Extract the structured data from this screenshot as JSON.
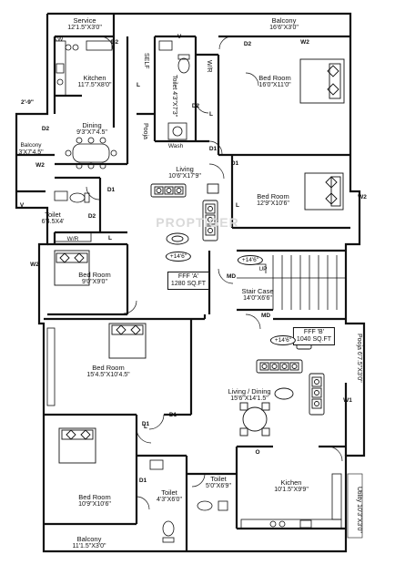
{
  "watermark": "PROPTIGER",
  "rooms": {
    "service": {
      "name": "Service",
      "dim": "12'1.5\"X3'0\""
    },
    "kw": "KW",
    "kitchen_a": {
      "name": "Kitchen",
      "dim": "11'7.5\"X8'0\""
    },
    "self": "SELF",
    "toilet_top": {
      "name": "Toilet",
      "dim": "4'3\"X7'3\""
    },
    "wr_top": "W/R",
    "balcony_top": {
      "name": "Balcony",
      "dim": "16'6\"X3'0\""
    },
    "bedroom_top": {
      "name": "Bed Room",
      "dim": "16'0\"X11'0\""
    },
    "dining_a": {
      "name": "Dining",
      "dim": "9'3\"X7'4.5\""
    },
    "pooja_a": "Pooja",
    "wash": "Wash",
    "balcony_left": {
      "name": "Balcony",
      "dim": "3'X7'4.5\""
    },
    "living_a": {
      "name": "Living",
      "dim": "10'6\"X17'9\""
    },
    "bedroom_mid_right": {
      "name": "Bed Room",
      "dim": "12'9\"X10'6\""
    },
    "toilet_left": {
      "name": "Toilet",
      "dim": "6'4.5X4'"
    },
    "wr_left": "W/R",
    "bedroom_left": {
      "name": "Bed Room",
      "dim": "9'0\"X9'0\""
    },
    "staircase": {
      "name": "Stair Case",
      "dim": "14'0\"X6'6\""
    },
    "bedroom_b1": {
      "name": "Bed Room",
      "dim": "15'4.5\"X10'4.5\""
    },
    "pooja_b": {
      "name": "Pooja",
      "dim": "6'7.5\"X3'0\""
    },
    "living_dining_b": {
      "name": "Living / Dining",
      "dim": "15'6\"X14'1.5\""
    },
    "bedroom_b2": {
      "name": "Bed Room",
      "dim": "10'9\"X10'6\""
    },
    "toilet_b1": {
      "name": "Toilet",
      "dim": "4'3\"X6'0\""
    },
    "toilet_b2": {
      "name": "Toilet",
      "dim": "5'0\"X6'9\""
    },
    "kitchen_b": {
      "name": "Kichen",
      "dim": "10'1.5\"X9'9\""
    },
    "utility": {
      "name": "Utility",
      "dim": "10'3\"X3'0\""
    },
    "balcony_bottom": {
      "name": "Balcony",
      "dim": "11'1.5\"X3'0\""
    }
  },
  "flats": {
    "a": {
      "name": "FFF 'A'",
      "area": "1280 SQ.FT"
    },
    "b": {
      "name": "FFF 'B'",
      "area": "1040 SQ.FT"
    }
  },
  "levels": {
    "a": "+14'6\"",
    "stair": "+14'6\"",
    "b": "+14'6\""
  },
  "stair_up": "UP",
  "doors": {
    "d2_kitchen": "D2",
    "d2_wash": "D2",
    "d2_dining": "D2",
    "d2_toilet": "D2",
    "d2_bed_top": "D2",
    "d1_living": "D1",
    "d1_toilet": "D1",
    "d1_bed": "D1",
    "d1_living_b": "D1",
    "d1_bed_b": "D1",
    "d1_toilet_b": "D1",
    "md_a": "MD",
    "md_b": "MD",
    "w2_balcony_top": "W2",
    "w2_left_balcony": "W2",
    "w2_right": "W2",
    "w2_left": "W2",
    "w1": "W1",
    "v_top": "V",
    "v_left": "V",
    "l_marks": "L",
    "o_mark": "O",
    "dim_note": "2'-9\""
  }
}
